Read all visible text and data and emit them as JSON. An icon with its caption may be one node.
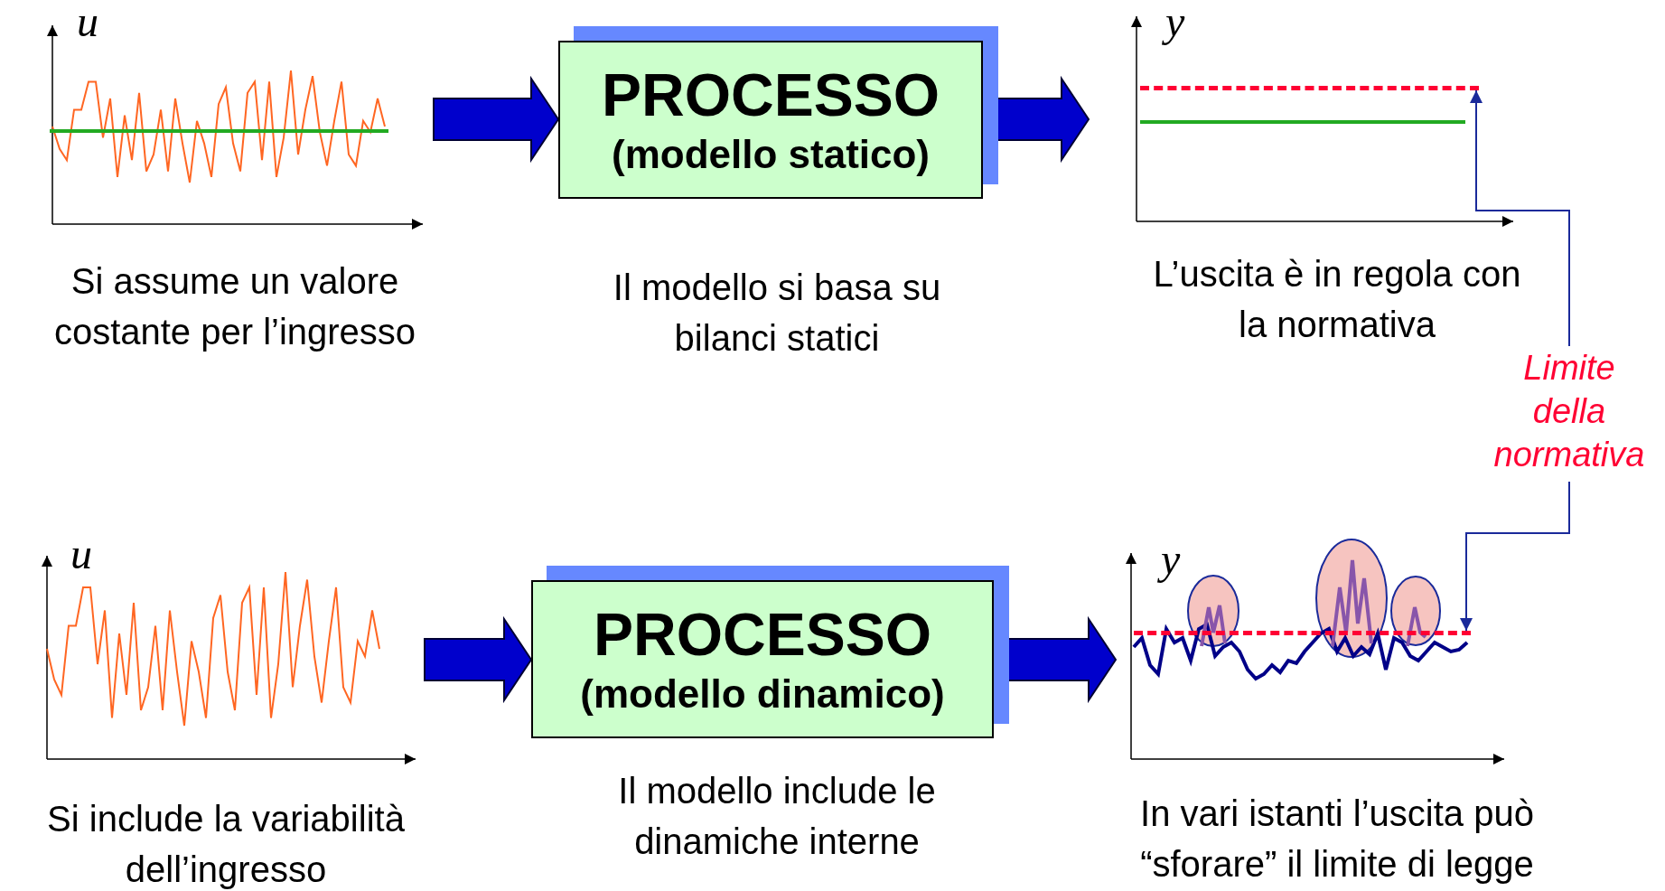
{
  "diagram": {
    "nodes": [
      {
        "text": [
          "u"
        ]
      },
      {
        "text": [
          "PROCESSO",
          "(modello statico)"
        ]
      },
      {
        "text": [
          "y"
        ]
      },
      {
        "text": [],
        "shape": "line",
        "in": 2
      },
      {
        "text": [
          "Limite della normativa"
        ]
      },
      {
        "text": [
          "u"
        ]
      },
      {
        "text": [
          "PROCESSO",
          "(modello dinamico)"
        ]
      },
      {
        "text": [
          "y"
        ]
      },
      {
        "text": [],
        "shape": "line",
        "in": 7
      }
    ],
    "edges": [
      {
        "from": 0,
        "to": 1,
        "arrow": "to"
      },
      {
        "from": 1,
        "to": 2,
        "arrow": "to"
      },
      {
        "from": 4,
        "to": 3,
        "arrow": "to",
        "color": "#1a2a9a"
      },
      {
        "from": 4,
        "to": 8,
        "arrow": "to",
        "color": "#1a2a9a"
      },
      {
        "from": 5,
        "to": 6,
        "arrow": "to"
      },
      {
        "from": 6,
        "to": 7,
        "arrow": "to"
      }
    ],
    "labels": [
      "Si assume un valore costante per l’ingresso",
      "Il modello si basa su bilanci statici",
      "L’uscita è in regola con la normativa",
      "Si include la variabilità dell’ingresso",
      "Il modello include le dinamiche interne",
      "In  vari istanti l’uscita può “sforare” il limite di legge"
    ]
  }
}
